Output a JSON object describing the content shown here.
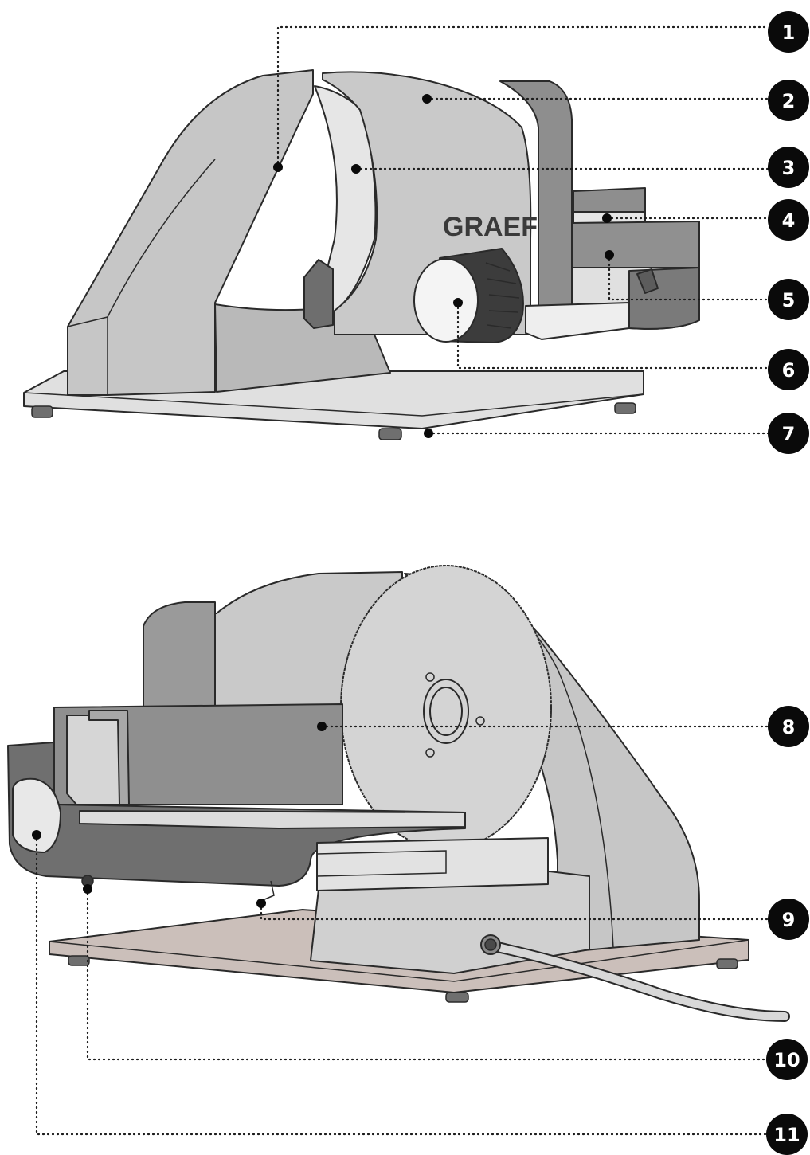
{
  "brand_logo": "GRAEF",
  "callouts": [
    "1",
    "2",
    "3",
    "4",
    "5",
    "6",
    "7",
    "8",
    "9",
    "10",
    "11"
  ],
  "colors": {
    "housing": "#c6c6c6",
    "housing_light": "#d2d2d2",
    "dark_part": "#8e8e8e",
    "blade": "#e6e6e6",
    "base_plate_top": "#e0e0e0",
    "base_plate_bottom": "#cbbfba",
    "badge": "#0a0a0a"
  }
}
